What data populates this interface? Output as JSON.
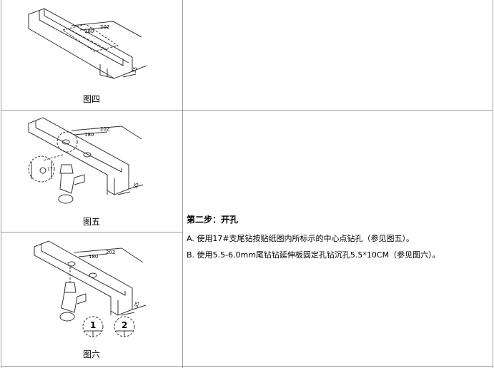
{
  "figures": [
    {
      "caption": "图四",
      "dim_top": "202",
      "dim_inner": "180",
      "dim_side": "35"
    },
    {
      "caption": "图五",
      "dim_top": "202",
      "dim_inner": "180",
      "dim_side": "35",
      "detail_label": "17"
    },
    {
      "caption": "图六",
      "dim_top": "202",
      "dim_inner": "180",
      "dim_side": "35",
      "marker_1": "1",
      "marker_2": "2"
    }
  ],
  "step": {
    "title": "第二步：开孔",
    "line_a": "A. 使用17#支尾钻按贴纸图内所标示的中心点钻孔（参见图五）。",
    "line_b": "B. 使用5.5-6.0mm尾钻钻延伸板固定孔钻沉孔5.5*10CM（参见图六）。"
  }
}
